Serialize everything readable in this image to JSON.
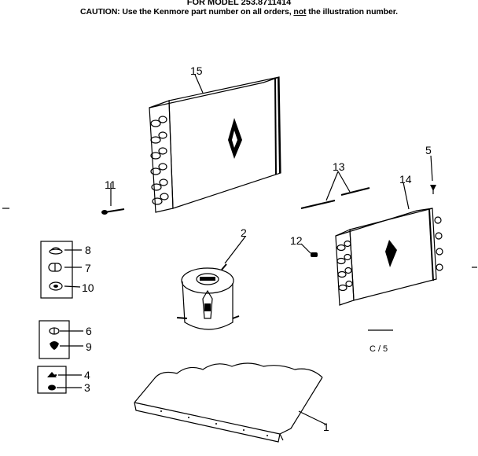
{
  "header": {
    "model_line": "FOR MODEL 253.8711414",
    "caution_prefix": "CAUTION: Use the Kenmore part number on all orders, ",
    "caution_not": "not",
    "caution_suffix": " the illustration number."
  },
  "callouts": {
    "c1": "1",
    "c2": "2",
    "c3": "3",
    "c4": "4",
    "c5": "5",
    "c6": "6",
    "c7": "7",
    "c8": "8",
    "c9": "9",
    "c10": "10",
    "c11": "11",
    "c12": "12",
    "c13": "13",
    "c14": "14",
    "c15": "15"
  },
  "page_code": "C/5"
}
